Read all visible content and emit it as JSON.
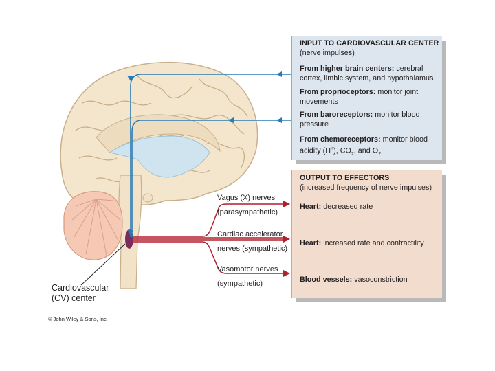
{
  "input_box": {
    "title_bold": "INPUT TO CARDIOVASCULAR CENTER",
    "title_rest": "(nerve impulses)",
    "items": [
      {
        "bold": "From higher brain centers:",
        "text": "cerebral cortex, limbic system, and hypothalamus"
      },
      {
        "bold": "From proprioceptors:",
        "text": "monitor joint movements"
      },
      {
        "bold": "From baroreceptors:",
        "text": "monitor blood pressure"
      },
      {
        "bold": "From chemoreceptors:",
        "text": "monitor blood acidity (H",
        "sup": "+",
        "mid": "), CO",
        "sub": "2",
        "end": ", and O",
        "sub2": "2"
      }
    ]
  },
  "output_box": {
    "title_bold": "OUTPUT TO EFFECTORS",
    "title_rest": "(increased frequency of nerve impulses)",
    "items": [
      {
        "bold": "Heart:",
        "text": "decreased rate"
      },
      {
        "bold": "Heart:",
        "text": "increased rate and contractility"
      },
      {
        "bold": "Blood vessels:",
        "text": "vasoconstriction"
      }
    ]
  },
  "nerves": [
    {
      "line1": "Vagus (X) nerves",
      "line2": "(parasympathetic)"
    },
    {
      "line1": "Cardiac accelerator",
      "line2": "nerves (sympathetic)"
    },
    {
      "line1": "Vasomotor nerves",
      "line2": "(sympathetic)"
    }
  ],
  "cv_center": {
    "line1": "Cardiovascular",
    "line2": "(CV) center"
  },
  "copyright": "© John Wiley & Sons, Inc.",
  "colors": {
    "input_arrow": "#2a7cb5",
    "output_arrow": "#b21f2d",
    "input_box": "#dde6ee",
    "output_box": "#f2dccd",
    "brain": "#f4e6cd",
    "ventricle": "#cfe4ee",
    "cerebellum": "#f5c9b4",
    "cv_center": "#7b2c5d"
  }
}
